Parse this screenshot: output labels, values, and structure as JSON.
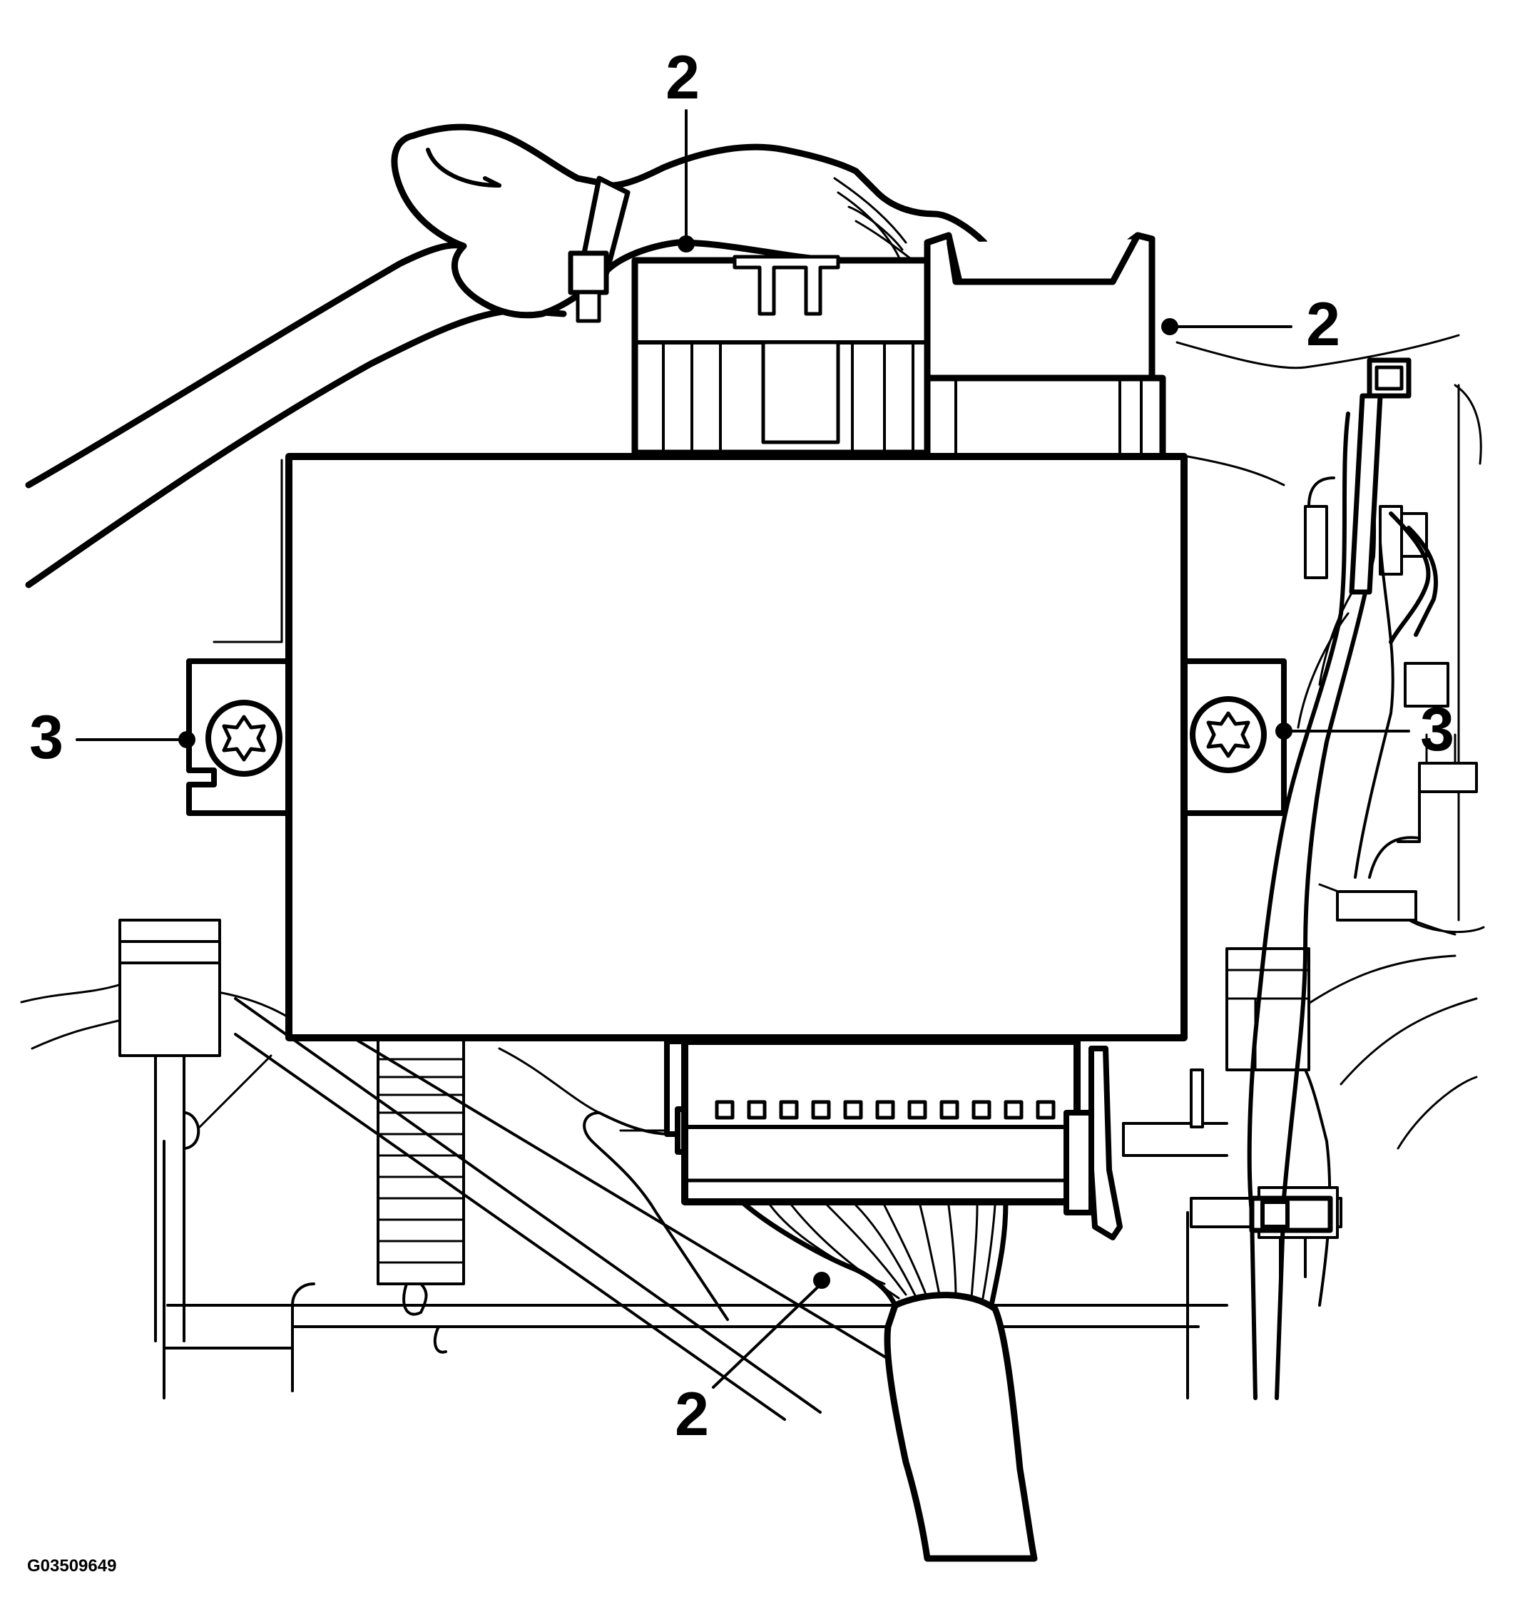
{
  "figure_id": "G03509649",
  "callouts": [
    {
      "id": "connector-top-left",
      "label": "2"
    },
    {
      "id": "connector-top-right",
      "label": "2"
    },
    {
      "id": "connector-bottom",
      "label": "2"
    },
    {
      "id": "screw-left",
      "label": "3"
    },
    {
      "id": "screw-right",
      "label": "3"
    }
  ]
}
